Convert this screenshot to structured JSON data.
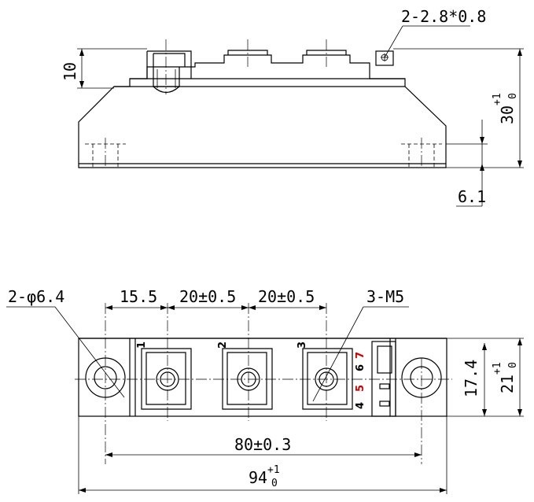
{
  "side_view": {
    "label_slot": "2-2.8*0.8",
    "label_height_top": "10",
    "label_height_total": "30",
    "label_height_total_tol_plus": "+1",
    "label_height_total_tol_minus": "0",
    "label_base_offset": "6.1"
  },
  "top_view": {
    "label_mount_holes": "2-φ6.4",
    "label_pitch_first": "15.5",
    "label_pitch_a": "20±0.5",
    "label_pitch_b": "20±0.5",
    "label_thread": "3-M5",
    "label_hole_spacing": "80±0.3",
    "label_length": "94",
    "label_length_tol_plus": "+1",
    "label_length_tol_minus": "0",
    "label_inner_width": "17.4",
    "label_width": "21",
    "label_width_tol_plus": "+1",
    "label_width_tol_minus": "0",
    "terminal_numbers": [
      "1",
      "2",
      "3"
    ],
    "aux_pins": [
      "7",
      "6",
      "5",
      "4"
    ]
  },
  "colors": {
    "line": "#000000",
    "pin_red": "#cc0000",
    "background": "#ffffff"
  }
}
